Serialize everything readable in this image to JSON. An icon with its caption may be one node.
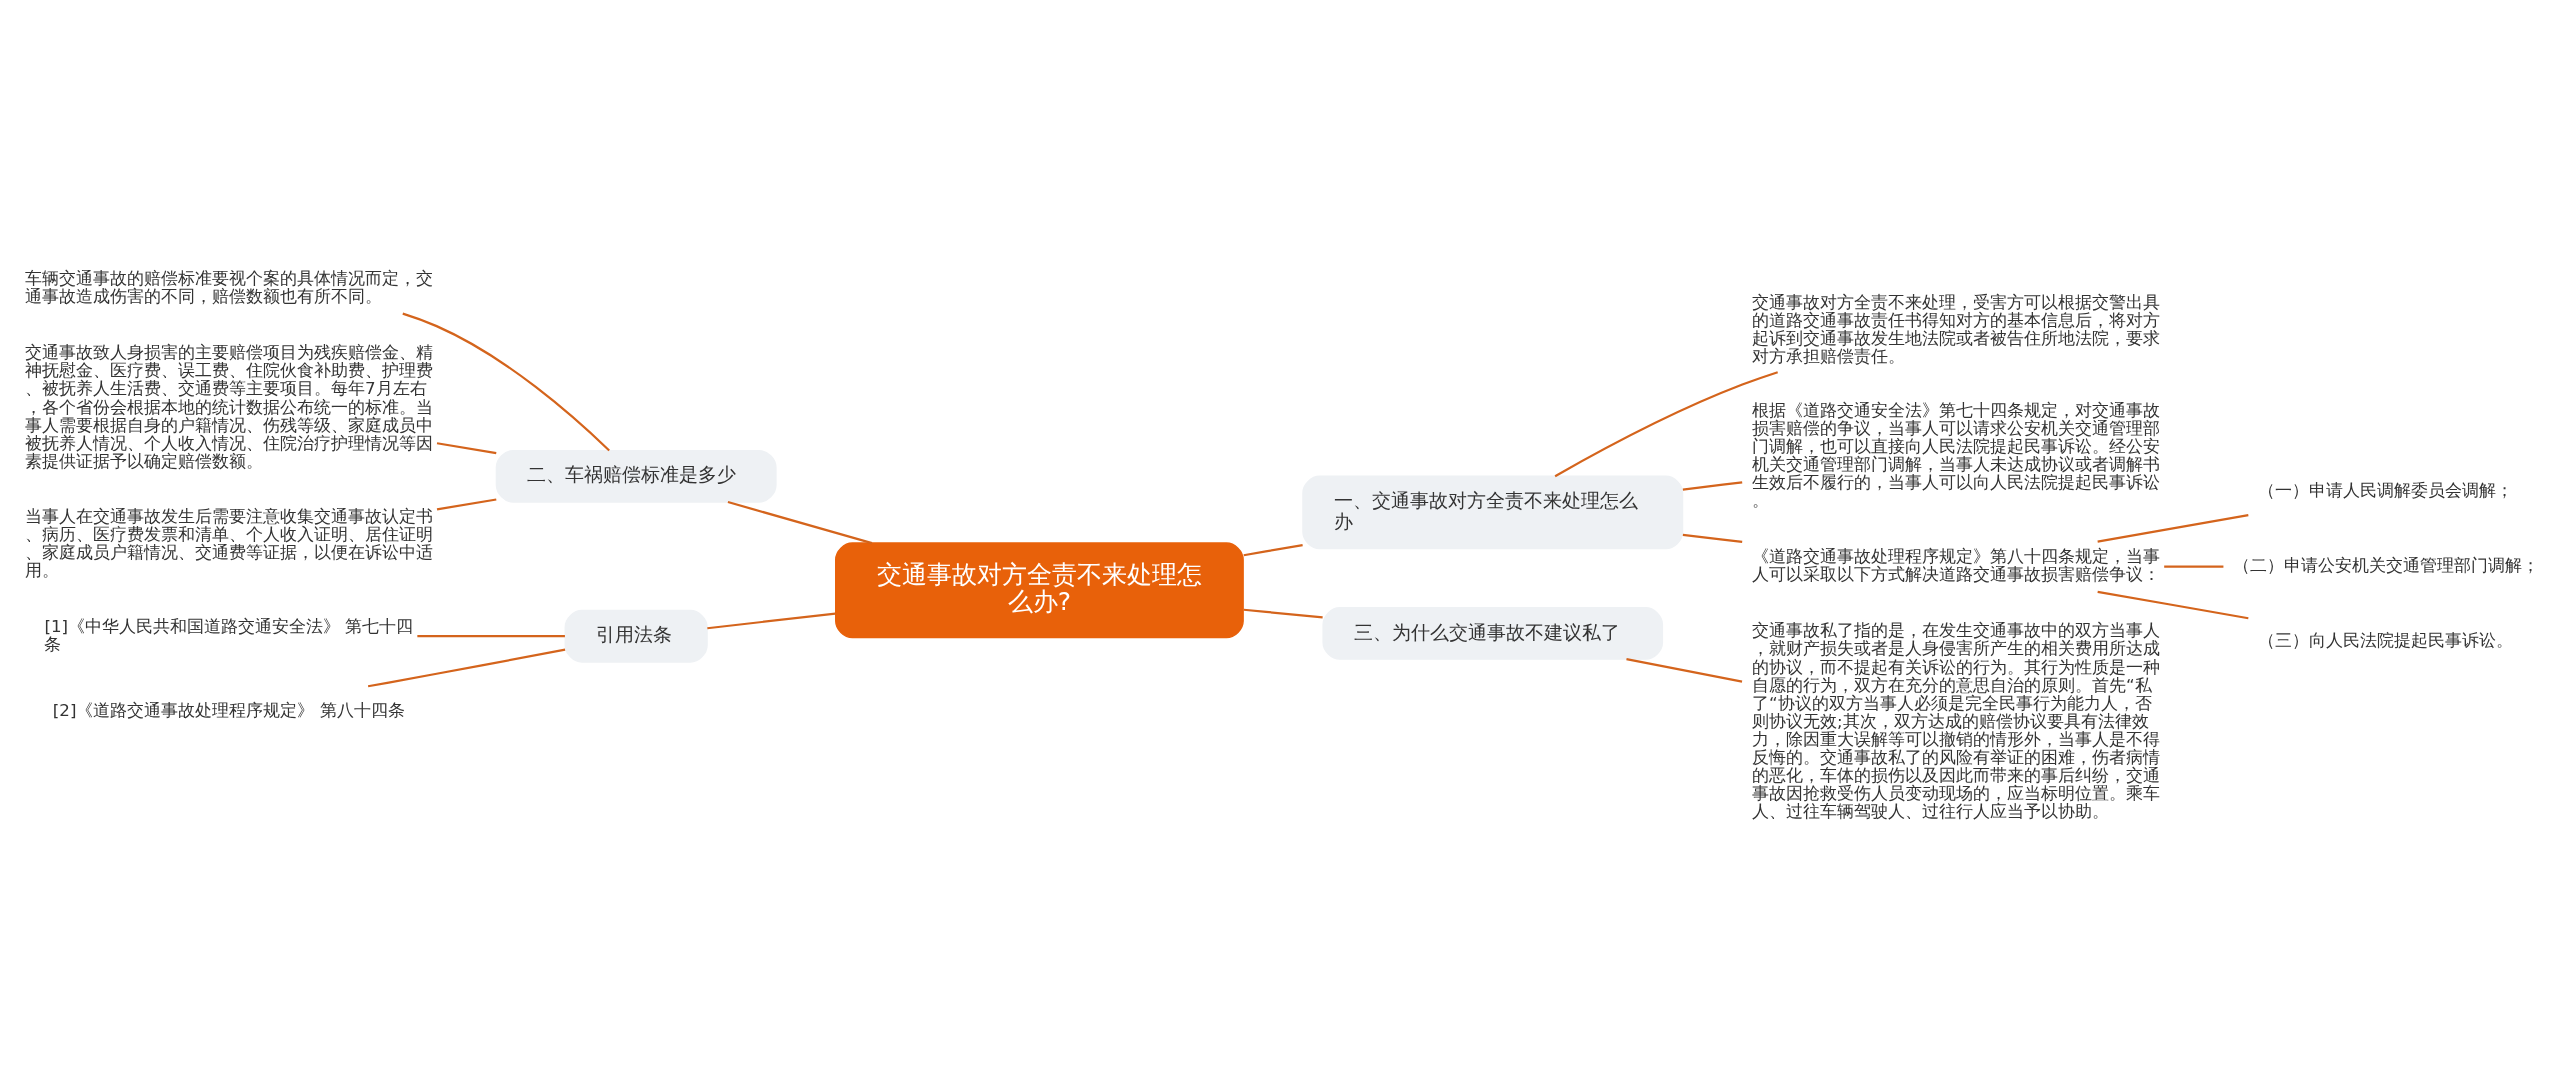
{
  "diagram": {
    "nodes": [
      {
        "text": [
          "交通事故对方全责不来处理怎么办?"
        ]
      },
      {
        "text": [
          "一、交通事故对方全责不来处理怎么办"
        ]
      },
      {
        "text": [
          "交通事故对方全责不来处理，受害方可以根据交警出具的道路交通事故责任书得知对方的基本信息后，将对方起诉到交通事故发生地法院或者被告住所地法院，要求对方承担赔偿责任。"
        ]
      },
      {
        "text": [
          "根据《道路交通安全法》第七十四条规定，对交通事故损害赔偿的争议，当事人可以请求公安机关交通管理部门调解，也可以直接向人民法院提起民事诉讼。经公安机关交通管理部门调解，当事人未达成协议或者调解书生效后不履行的，当事人可以向人民法院提起民事诉讼。"
        ]
      },
      {
        "text": [
          "《道路交通事故处理程序规定》第八十四条规定，当事人可以采取以下方式解决道路交通事故损害赔偿争议："
        ]
      },
      {
        "text": [
          "（一）申请人民调解委员会调解；"
        ]
      },
      {
        "text": [
          "（二）申请公安机关交通管理部门调解；"
        ]
      },
      {
        "text": [
          "（三）向人民法院提起民事诉讼。"
        ]
      },
      {
        "text": [
          "二、车祸赔偿标准是多少"
        ]
      },
      {
        "text": [
          "车辆交通事故的赔偿标准要视个案的具体情况而定，交通事故造成伤害的不同，赔偿数额也有所不同。"
        ]
      },
      {
        "text": [
          "交通事故致人身损害的主要赔偿项目为残疾赔偿金、精神抚慰金、医疗费、误工费、住院伙食补助费、护理费、被抚养人生活费、交通费等主要项目。每年7月左右，各个省份会根据本地的统计数据公布统一的标准。当事人需要根据自身的户籍情况、伤残等级、家庭成员中被抚养人情况、个人收入情况、住院治疗护理情况等因素提供证据予以确定赔偿数额。"
        ]
      },
      {
        "text": [
          "当事人在交通事故发生后需要注意收集交通事故认定书、病历、医疗费发票和清单、个人收入证明、居住证明、家庭成员户籍情况、交通费等证据，以便在诉讼中适用。"
        ]
      },
      {
        "text": [
          "引用法条"
        ]
      },
      {
        "text": [
          "[1]《中华人民共和国道路交通安全法》 第七十四条"
        ]
      },
      {
        "text": [
          "[2]《道路交通事故处理程序规定》 第八十四条"
        ]
      },
      {
        "text": [
          "三、为什么交通事故不建议私了"
        ]
      },
      {
        "text": [
          "交通事故私了指的是，在发生交通事故中的双方当事人，就财产损失或者是人身侵害所产生的相关费用所达成的协议，而不提起有关诉讼的行为。其行为性质是一种自愿的行为，双方在充分的意思自治的原则。首先“私了“协议的双方当事人必须是完全民事行为能力人，否则协议无效;其次，双方达成的赔偿协议要具有法律效力，除因重大误解等可以撤销的情形外，当事人是不得反悔的。交通事故私了的风险有举证的困难，伤者病情的恶化，车体的损伤以及因此而带来的事后纠纷，交通事故因抢救受伤人员变动现场的，应当标明位置。乘车人、过往车辆驾驶人、过往行人应当予以协助。"
        ]
      }
    ],
    "edges": [
      {
        "from": 0,
        "to": 1,
        "arrow": "none"
      },
      {
        "from": 1,
        "to": 2,
        "arrow": "none"
      },
      {
        "from": 1,
        "to": 3,
        "arrow": "none"
      },
      {
        "from": 1,
        "to": 4,
        "arrow": "none"
      },
      {
        "from": 4,
        "to": 5,
        "arrow": "none"
      },
      {
        "from": 4,
        "to": 6,
        "arrow": "none"
      },
      {
        "from": 4,
        "to": 7,
        "arrow": "none"
      },
      {
        "from": 0,
        "to": 8,
        "arrow": "none"
      },
      {
        "from": 8,
        "to": 9,
        "arrow": "none"
      },
      {
        "from": 8,
        "to": 10,
        "arrow": "none"
      },
      {
        "from": 8,
        "to": 11,
        "arrow": "none"
      },
      {
        "from": 0,
        "to": 12,
        "arrow": "none"
      },
      {
        "from": 12,
        "to": 13,
        "arrow": "none"
      },
      {
        "from": 12,
        "to": 14,
        "arrow": "none"
      },
      {
        "from": 0,
        "to": 15,
        "arrow": "none"
      },
      {
        "from": 15,
        "to": 16,
        "arrow": "none"
      }
    ]
  }
}
